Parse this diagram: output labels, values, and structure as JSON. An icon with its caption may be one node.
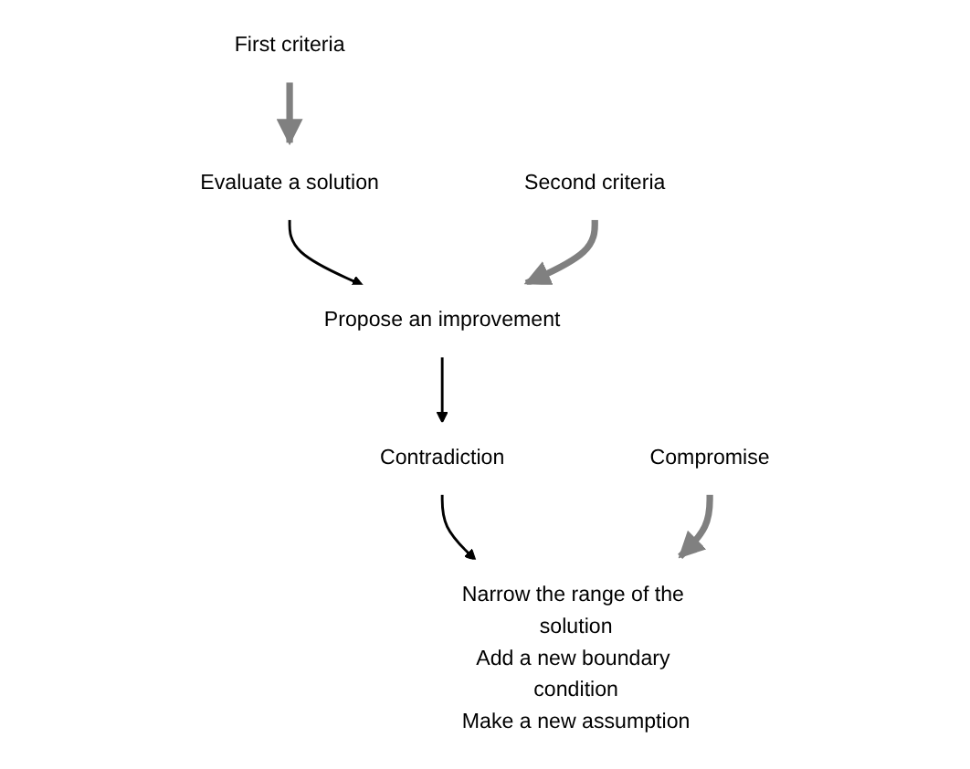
{
  "diagram": {
    "nodes": [
      {
        "text": [
          "Evaluate a solution"
        ]
      },
      {
        "text": [
          "Propose an improvement"
        ]
      },
      {
        "text": [
          "Contradiction"
        ]
      },
      {
        "text": [
          "Narrow the range of the solution",
          "Add a new boundary condition",
          "Make a new assumption"
        ]
      },
      {
        "text": [
          "First criteria"
        ]
      },
      {
        "text": [
          "Second criteria"
        ]
      },
      {
        "text": [
          "Compromise"
        ]
      }
    ],
    "edges": [
      {
        "from": 0,
        "to": 1,
        "arrow": "to"
      },
      {
        "from": 1,
        "to": 2,
        "arrow": "to"
      },
      {
        "from": 2,
        "to": 3,
        "arrow": "to"
      },
      {
        "from": 4,
        "to": 0,
        "arrow": "to",
        "style": "thick",
        "color": "#808080"
      },
      {
        "from": 5,
        "to": 1,
        "arrow": "to",
        "style": "thick",
        "color": "#808080"
      },
      {
        "from": 6,
        "to": 3,
        "arrow": "to",
        "style": "thick",
        "color": "#808080"
      }
    ]
  }
}
